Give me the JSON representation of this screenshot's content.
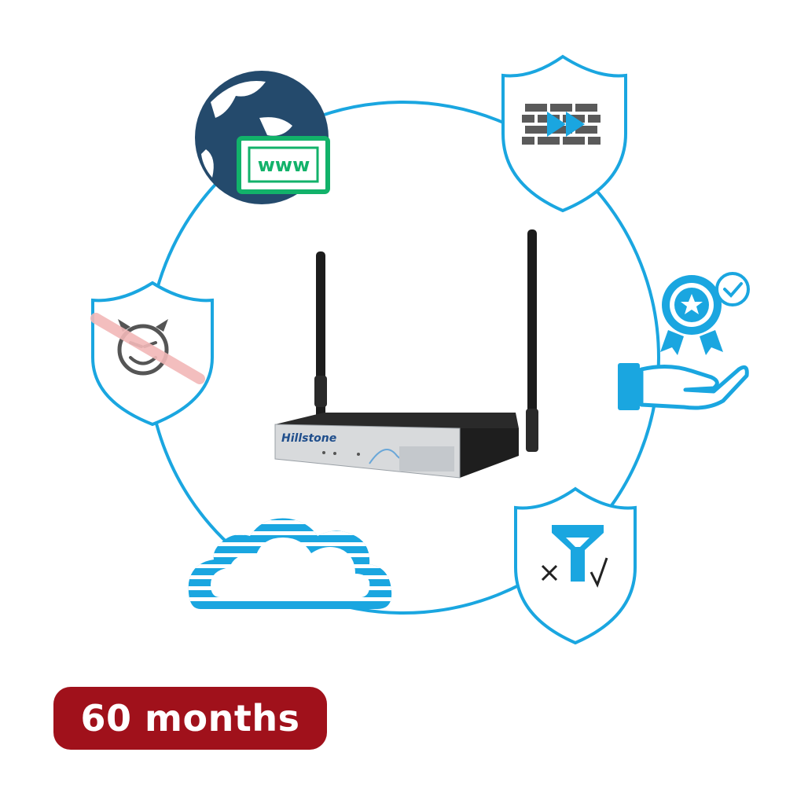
{
  "badge": {
    "label": "60 months",
    "color": "#a0111b"
  },
  "device": {
    "brand": "Hillstone"
  },
  "web_icon": {
    "text": "www"
  },
  "colors": {
    "accent": "#1aa6e0",
    "dark_blue": "#244a6c",
    "green": "#12b26a",
    "grey": "#4a4a4a"
  },
  "icons": [
    "web-globe-icon",
    "firewall-shield-icon",
    "antimalware-shield-icon",
    "certified-service-icon",
    "cloud-icon",
    "url-filter-shield-icon",
    "firewall-device"
  ]
}
